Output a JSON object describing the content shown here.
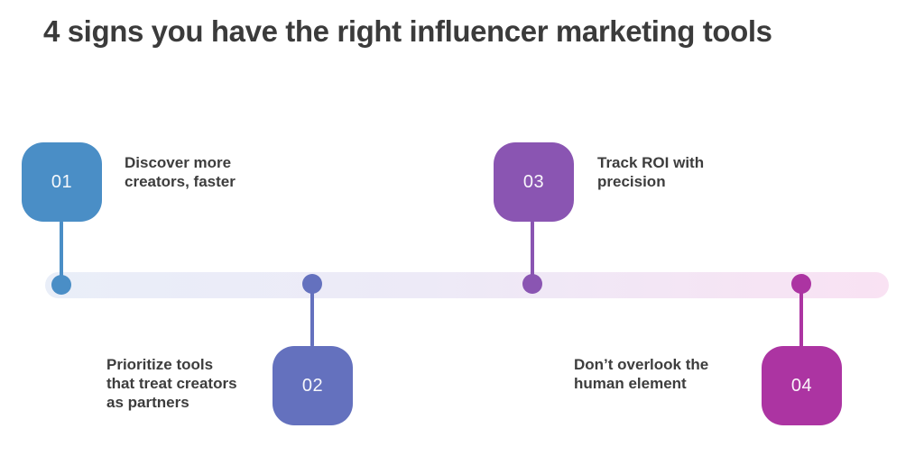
{
  "title": "4 signs you have the right influencer marketing tools",
  "colors": {
    "background": "#ffffff",
    "title_text": "#3b3b3b",
    "label_text": "#3d3d3d",
    "bar_gradient_start": "#e9eef8",
    "bar_gradient_mid": "#edeaf7",
    "bar_gradient_end": "#f9e2f3"
  },
  "timeline": {
    "items": [
      {
        "number": "01",
        "color": "#4a8ec6",
        "position": "above",
        "label": "Discover more creators, faster",
        "label_lines": [
          "Discover more",
          "creators, faster"
        ]
      },
      {
        "number": "02",
        "color": "#6471be",
        "position": "below",
        "label": "Prioritize tools that treat creators as partners",
        "label_lines": [
          "Prioritize tools",
          "that treat creators",
          "as partners"
        ]
      },
      {
        "number": "03",
        "color": "#8a55b2",
        "position": "above",
        "label": "Track ROI with precision",
        "label_lines": [
          "Track ROI with",
          "precision"
        ]
      },
      {
        "number": "04",
        "color": "#ac34a2",
        "position": "below",
        "label": "Don’t overlook the human element",
        "label_lines": [
          "Don’t overlook the",
          "human element"
        ]
      }
    ]
  }
}
